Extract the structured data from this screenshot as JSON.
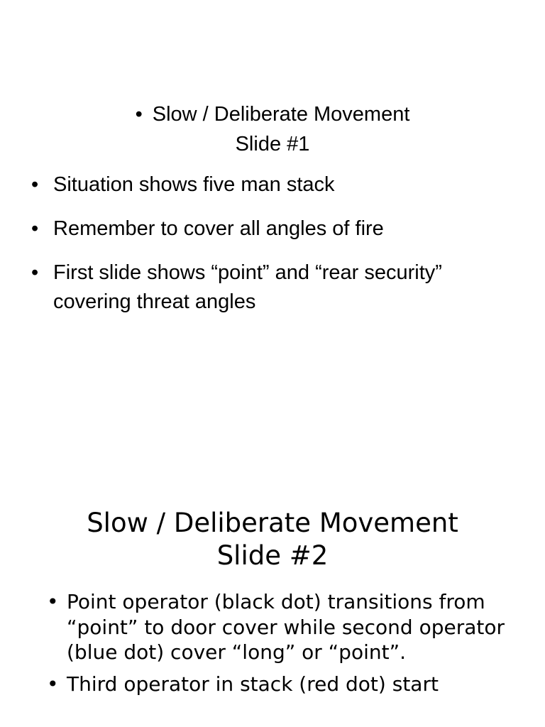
{
  "slide1": {
    "title_bullet": "•",
    "title_line1": "Slow / Deliberate Movement",
    "title_line2": "Slide #1",
    "bullets": [
      "Situation shows five man stack",
      "Remember to cover all angles of fire",
      "First slide shows “point” and “rear  security” covering threat angles"
    ]
  },
  "slide2": {
    "title_line1": "Slow / Deliberate Movement",
    "title_line2": "Slide #2",
    "bullets": [
      "Point operator (black dot) transitions from “point” to door cover while second operator (blue dot) cover “long” or “point”.",
      "Third operator in stack (red dot) start"
    ]
  },
  "bullet_symbol": "•"
}
